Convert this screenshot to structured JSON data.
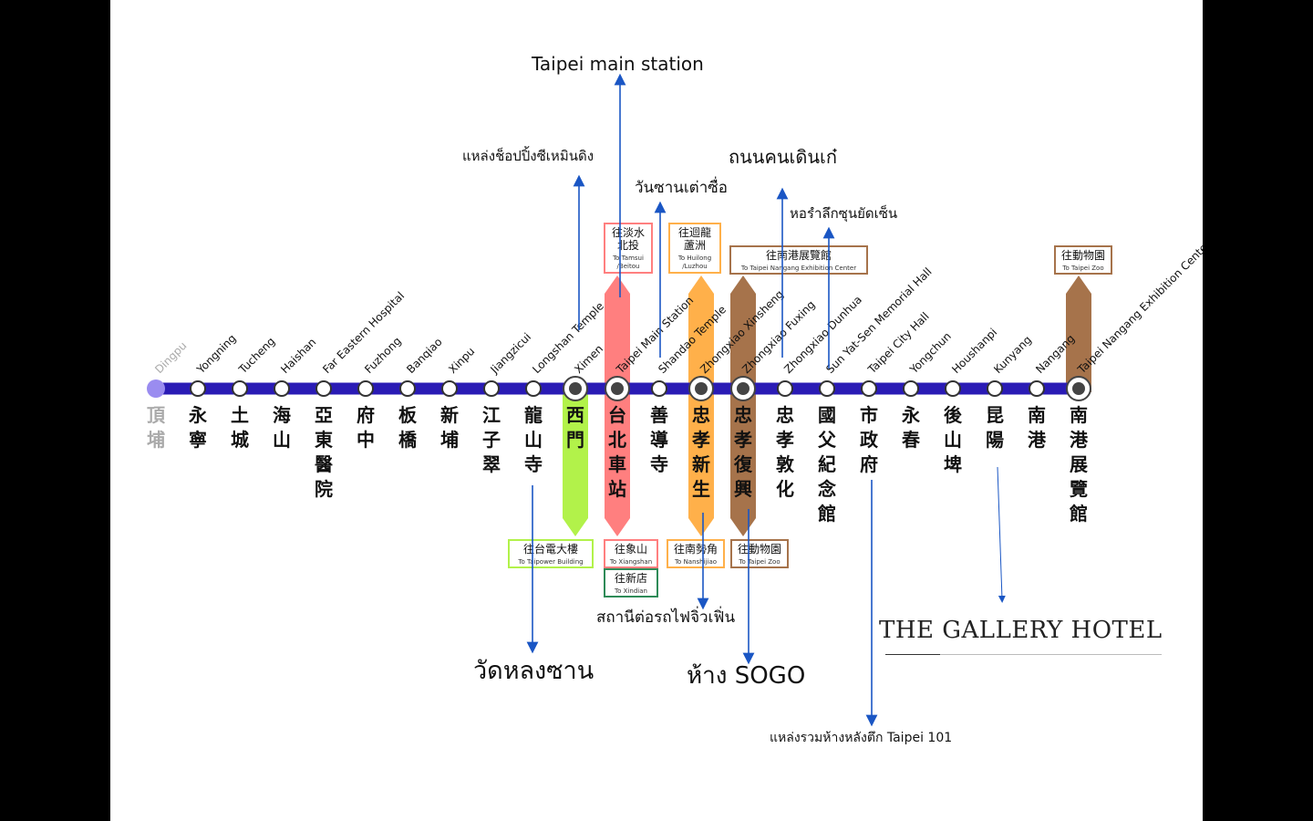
{
  "colors": {
    "line": "#2a1bb5",
    "terminal_stub": "#9a8cf0",
    "arrow": "#1a56c4",
    "red": "#ff7f7f",
    "green": "#b2f24a",
    "orange": "#ffb04a",
    "brown": "#a6734b",
    "greenbox": "#2e8b57"
  },
  "stations": [
    {
      "en": "Dingpu",
      "zh": "頂埔",
      "transfer": false,
      "faded": true
    },
    {
      "en": "Yongning",
      "zh": "永寧",
      "transfer": false
    },
    {
      "en": "Tucheng",
      "zh": "土城",
      "transfer": false
    },
    {
      "en": "Haishan",
      "zh": "海山",
      "transfer": false
    },
    {
      "en": "Far Eastern Hospital",
      "zh": "亞東醫院",
      "transfer": false
    },
    {
      "en": "Fuzhong",
      "zh": "府中",
      "transfer": false
    },
    {
      "en": "Banqiao",
      "zh": "板橋",
      "transfer": false
    },
    {
      "en": "Xinpu",
      "zh": "新埔",
      "transfer": false
    },
    {
      "en": "Jiangzicui",
      "zh": "江子翠",
      "transfer": false
    },
    {
      "en": "Longshan Temple",
      "zh": "龍山寺",
      "transfer": false
    },
    {
      "en": "Ximen",
      "zh": "西門",
      "transfer": true
    },
    {
      "en": "Taipei Main Station",
      "zh": "台北車站",
      "transfer": true
    },
    {
      "en": "Shandao Temple",
      "zh": "善導寺",
      "transfer": false
    },
    {
      "en": "Zhongxiao Xinsheng",
      "zh": "忠孝新生",
      "transfer": true
    },
    {
      "en": "Zhongxiao Fuxing",
      "zh": "忠孝復興",
      "transfer": true
    },
    {
      "en": "Zhongxiao Dunhua",
      "zh": "忠孝敦化",
      "transfer": false
    },
    {
      "en": "Sun Yat-Sen Memorial Hall",
      "zh": "國父紀念館",
      "transfer": false
    },
    {
      "en": "Taipei City Hall",
      "zh": "市政府",
      "transfer": false
    },
    {
      "en": "Yongchun",
      "zh": "永春",
      "transfer": false
    },
    {
      "en": "Houshanpi",
      "zh": "後山埤",
      "transfer": false
    },
    {
      "en": "Kunyang",
      "zh": "昆陽",
      "transfer": false
    },
    {
      "en": "Nangang",
      "zh": "南港",
      "transfer": false
    },
    {
      "en": "Taipei Nangang Exhibition Center",
      "zh": "南港展覽館",
      "transfer": true
    }
  ],
  "transfer_boxes": {
    "tamsui": {
      "zh": [
        "往淡水",
        "北投"
      ],
      "en": [
        "To Tamsui",
        "/Beitou"
      ]
    },
    "huilong": {
      "zh": [
        "往迴龍",
        "蘆洲"
      ],
      "en": [
        "To Huilong",
        "/Luzhou"
      ]
    },
    "nangang_ex": {
      "zh": [
        "往南港展覽館"
      ],
      "en": [
        "To Taipei Nangang Exhibition Center"
      ]
    },
    "zoo_top": {
      "zh": [
        "往動物園"
      ],
      "en": [
        "To Taipei Zoo"
      ]
    },
    "taipower": {
      "zh": [
        "往台電大樓"
      ],
      "en": [
        "To Taipower Building"
      ]
    },
    "xiangshan": {
      "zh": [
        "往象山"
      ],
      "en": [
        "To Xiangshan"
      ]
    },
    "xindian": {
      "zh": [
        "往新店"
      ],
      "en": [
        "To Xindian"
      ]
    },
    "nanshijiao": {
      "zh": [
        "往南勢角"
      ],
      "en": [
        "To Nanshijiao"
      ]
    },
    "zoo_bottom": {
      "zh": [
        "往動物園"
      ],
      "en": [
        "To Taipei Zoo"
      ]
    }
  },
  "annotations": {
    "taipei_main": "Taipei main station",
    "ximending": "แหล่งช็อปปิ้งซีเหมินดิง",
    "shandao": "วันซานเต่าซื่อ",
    "walking_street": "ถนนคนเดินเก๋",
    "memorial": "หอรำลึกซุนยัดเซ็น",
    "longshan": "วัดหลงซาน",
    "jiufen": "สถานีต่อรถไฟจิ่วเฟิ่น",
    "sogo": "ห้าง SOGO",
    "taipei101": "แหล่งรวมห้างหลังตึก Taipei 101"
  },
  "hotel": {
    "name": "THE GALLERY HOTEL"
  }
}
